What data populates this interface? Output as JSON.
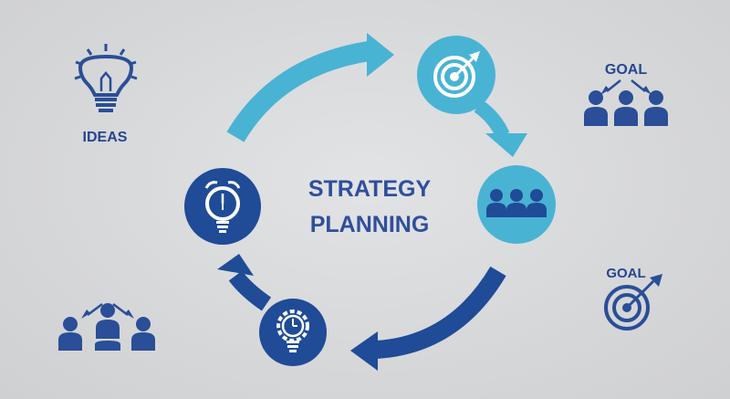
{
  "center": {
    "line1": "STRATEGY",
    "line2": "PLANNING"
  },
  "side_labels": {
    "ideas": "IDEAS",
    "goal_top": "GOAL",
    "goal_bottom": "GOAL"
  },
  "colors": {
    "dark_blue": "#1f4b97",
    "light_blue": "#49b3d4",
    "label_blue": "#26458f",
    "background": "#d8d9db"
  },
  "icons": {
    "cycle_1": "target-arrow-icon",
    "cycle_2": "team-icon",
    "cycle_3": "gear-bulb-icon",
    "cycle_4": "alarm-clock-bulb-icon",
    "side_ideas": "lightbulb-icon",
    "side_goal_top": "team-hierarchy-icon",
    "side_goal_bottom": "target-arrow-icon",
    "side_bottom_left": "team-hierarchy-icon"
  }
}
